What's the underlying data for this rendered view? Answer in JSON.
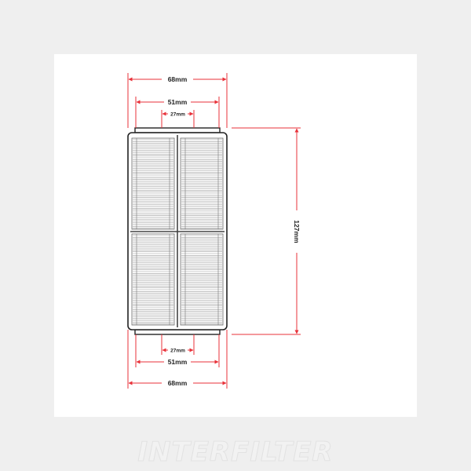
{
  "drawing": {
    "top_outer_width": "68mm",
    "top_inner_width": "51mm",
    "top_core_width": "27mm",
    "bottom_core_width": "27mm",
    "bottom_inner_width": "51mm",
    "bottom_outer_width": "68mm",
    "height": "127mm"
  },
  "colors": {
    "dimension_line": "#e8323a",
    "outline": "#222222",
    "pleat": "#9a9a9a"
  },
  "brand": {
    "logo_text": "INTERFILTER"
  }
}
